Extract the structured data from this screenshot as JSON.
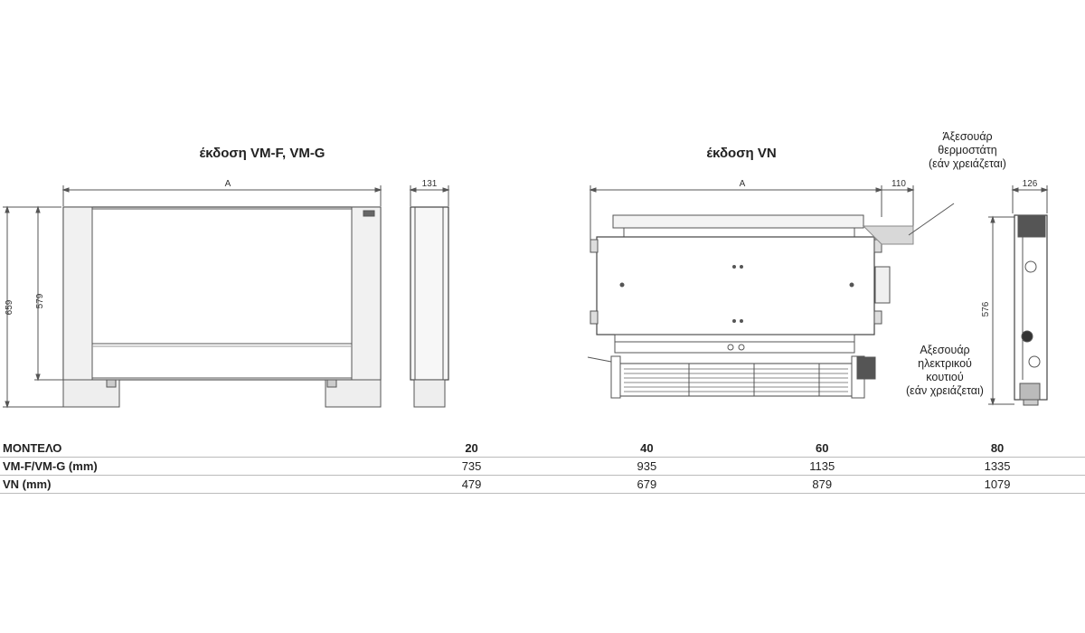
{
  "titles": {
    "vmf": "έκδοση VM-F, VM-G",
    "vn": "έκδοση VN"
  },
  "dimensions": {
    "vmf_width": "A",
    "vmf_depth": "131",
    "vmf_height_total": "659",
    "vmf_height_body": "579",
    "vn_width": "A",
    "vn_extra": "110",
    "vn_depth": "126",
    "vn_height": "576"
  },
  "notes": {
    "thermostat": [
      "Άξεσουάρ",
      "θερμοστάτη",
      "(εάν χρειάζεται)"
    ],
    "electric_box": [
      "Αξεσουάρ",
      "ηλεκτρικού",
      "κουτιού",
      "(εάν χρειάζεται)"
    ]
  },
  "table": {
    "header": [
      "ΜΟΝΤΕΛΟ",
      "20",
      "40",
      "60",
      "80"
    ],
    "rows": [
      [
        "VM-F/VM-G (mm)",
        "735",
        "935",
        "1135",
        "1335"
      ],
      [
        "VN (mm)",
        "479",
        "679",
        "879",
        "1079"
      ]
    ]
  }
}
